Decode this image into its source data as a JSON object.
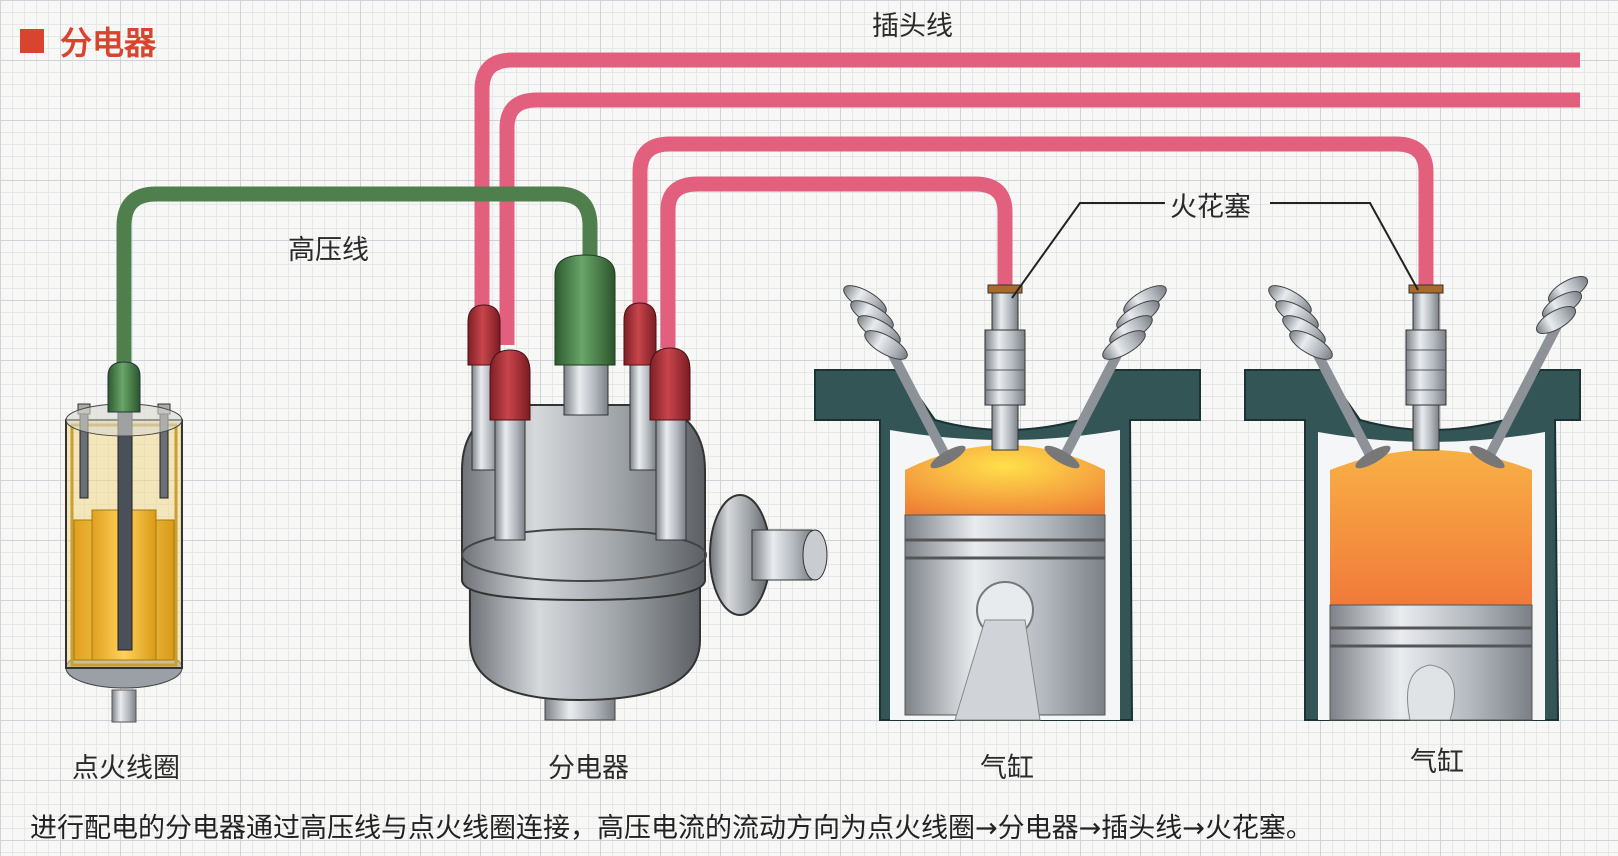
{
  "title": "分电器",
  "labels": {
    "plug_wires": "插头线",
    "high_voltage_wire": "高压线",
    "spark_plug": "火花塞",
    "ignition_coil": "点火线圈",
    "distributor": "分电器",
    "cylinder_left": "气缸",
    "cylinder_right": "气缸"
  },
  "caption": "进行配电的分电器通过高压线与点火线圈连接，高压电流的流动方向为点火线圈→分电器→插头线→火花塞。",
  "colors": {
    "accent": "#d9442f",
    "plug_wire": "#e2607e",
    "hv_wire": "#4f7f4c",
    "cap_red": "#b0333a",
    "cap_green": "#4f8b4f",
    "cylinder_wall": "#2f4f4f",
    "combustion_hot": "#f0a040",
    "metal": "#a9aeb4"
  }
}
